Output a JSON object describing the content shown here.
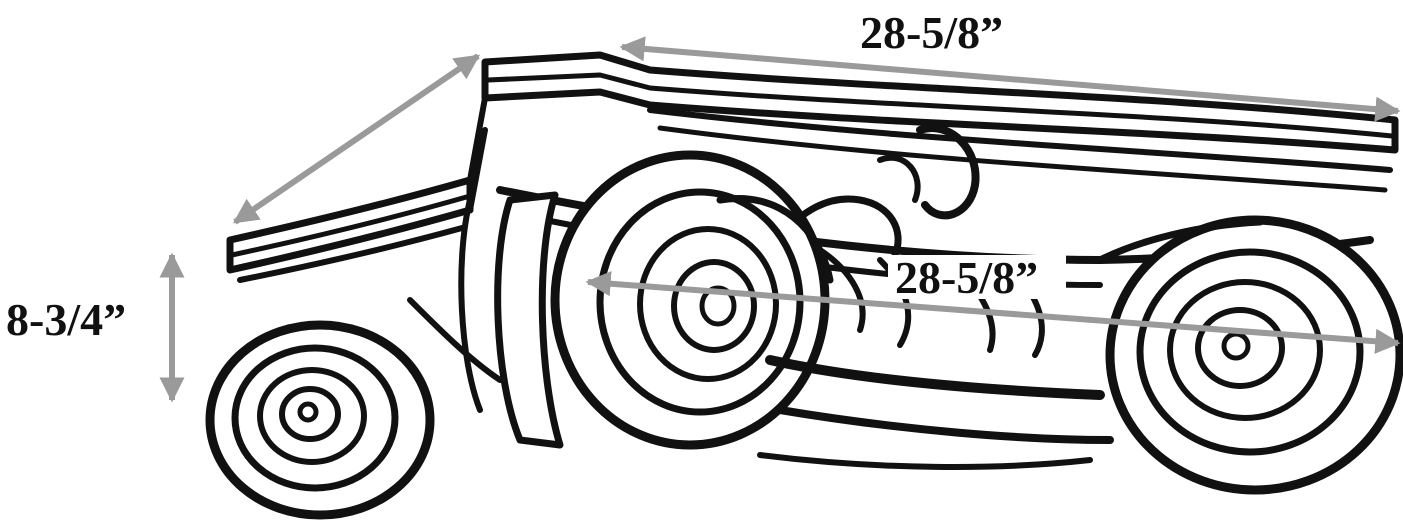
{
  "diagram": {
    "dimensions": [
      {
        "id": "top-width",
        "label": "28-5/8”"
      },
      {
        "id": "front-width",
        "label": "28-5/8”"
      },
      {
        "id": "height",
        "label": "8-3/4”"
      }
    ]
  },
  "colors": {
    "arrow": "#9a9a9a",
    "ink": "#111111",
    "background": "#ffffff"
  }
}
